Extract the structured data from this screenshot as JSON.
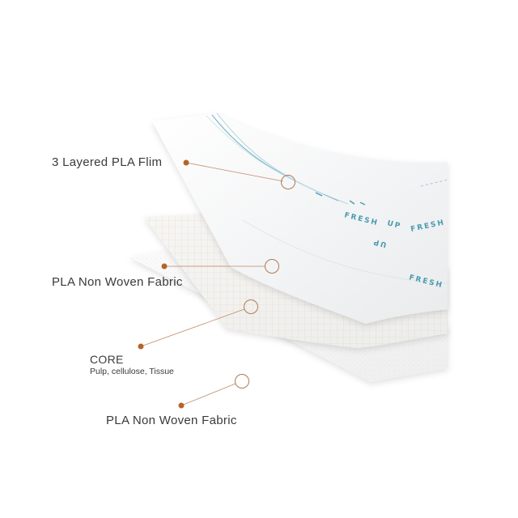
{
  "layers": [
    {
      "label": "3 Layered PLA Flim"
    },
    {
      "label": "PLA Non Woven Fabric"
    },
    {
      "label": "CORE",
      "sublabel": "Pulp, cellulose, Tissue"
    },
    {
      "label": "PLA Non Woven Fabric"
    }
  ],
  "film_print": [
    "FRESH",
    "UP",
    "FRESH",
    "UP",
    "FRESH"
  ],
  "colors": {
    "leader_dot": "#b4642a",
    "leader_line": "#c08a6a",
    "target_ring": "#b07a55",
    "print": "#4a9bb0",
    "label_text": "#3a3a3a"
  }
}
